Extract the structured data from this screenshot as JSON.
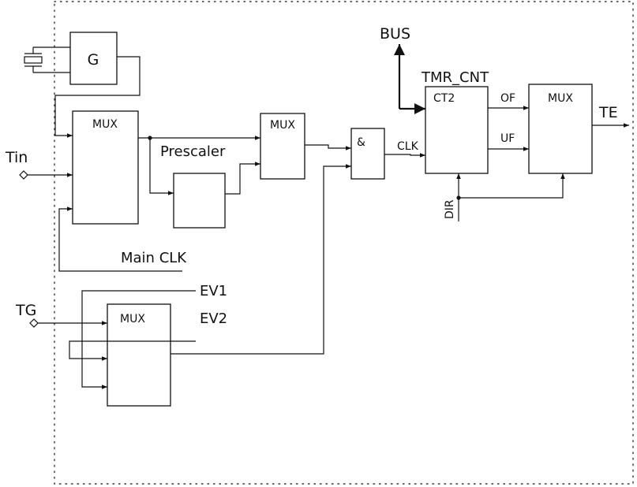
{
  "labels": {
    "bus": "BUS",
    "tin": "Tin",
    "tg": "TG",
    "te": "TE",
    "main_clk": "Main CLK",
    "ev1": "EV1",
    "ev2": "EV2",
    "clk": "CLK",
    "dir": "DIR",
    "of": "OF",
    "uf": "UF",
    "tmr_cnt": "TMR_CNT"
  },
  "blocks": {
    "generator": "G",
    "input_mux": "MUX",
    "prescaler": "Prescaler",
    "prescaler_mux": "MUX",
    "and_gate": "&",
    "counter": "CT2",
    "trigger_mux": "MUX",
    "output_mux": "MUX"
  }
}
